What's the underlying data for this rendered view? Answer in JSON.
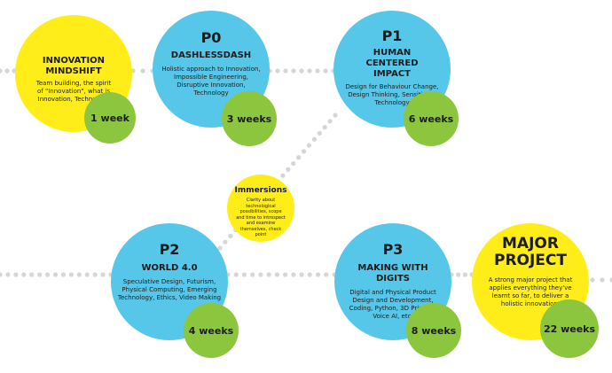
{
  "colors": {
    "yellow": "#ffed1a",
    "blue": "#56c7e8",
    "green": "#8cc63f",
    "dots": "#d6d6d6"
  },
  "modules": {
    "innovation": {
      "title": "INNOVATION MINDSHIFT",
      "description": "Team building, the spirit of \"Innovation\", what is Innovation, Technology",
      "duration": "1 week"
    },
    "p0": {
      "phase": "P0",
      "title": "DASHLESSDASH",
      "description": "Holistic approach to Innovation, Impossible Engineering, Disruptive Innovation, Technology",
      "duration": "3 weeks"
    },
    "p1": {
      "phase": "P1",
      "title": "HUMAN CENTERED IMPACT",
      "description": "Design for Behaviour Change, Design Thinking, Sensitivity, Technology",
      "duration": "6 weeks"
    },
    "immersions": {
      "title": "Immersions",
      "description": "Clarity about technological possibilities, scope and time to introspect and examine themselves, check point"
    },
    "p2": {
      "phase": "P2",
      "title": "WORLD 4.0",
      "description": "Speculative Design, Futurism, Physical Computing, Emerging Technology, Ethics, Video Making",
      "duration": "4 weeks"
    },
    "p3": {
      "phase": "P3",
      "title": "MAKING WITH DIGITS",
      "description": "Digital and Physical Product Design and Development, Coding, Python, 3D Printing, Voice AI, etc.",
      "duration": "8 weeks"
    },
    "major": {
      "title": "MAJOR PROJECT",
      "description": "A strong major project that applies everything they've learnt so far, to deliver a holistic innovation.",
      "duration": "22 weeks"
    }
  }
}
